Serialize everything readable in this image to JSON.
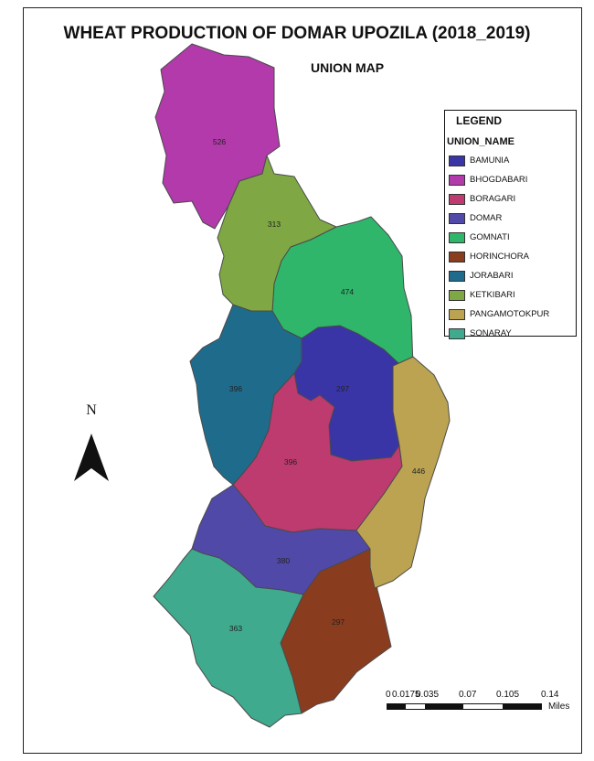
{
  "title": "WHEAT PRODUCTION OF DOMAR UPOZILA (2018_2019)",
  "subtitle": "UNION MAP",
  "legend": {
    "title": "LEGEND",
    "field": "UNION_NAME"
  },
  "unions": [
    {
      "name": "BAMUNIA",
      "color": "#3a35a6",
      "value": "297"
    },
    {
      "name": "BHOGDABARI",
      "color": "#b23aaa",
      "value": "526"
    },
    {
      "name": "BORAGARI",
      "color": "#bd3b6e",
      "value": "396"
    },
    {
      "name": "DOMAR",
      "color": "#5149a8",
      "value": "380"
    },
    {
      "name": "GOMNATI",
      "color": "#2fb66b",
      "value": "474"
    },
    {
      "name": "HORINCHORA",
      "color": "#8a3c1e",
      "value": "297"
    },
    {
      "name": "JORABARI",
      "color": "#1f6b8c",
      "value": "396"
    },
    {
      "name": "KETKIBARI",
      "color": "#7fa844",
      "value": "313"
    },
    {
      "name": "PANGAMOTOKPUR",
      "color": "#bba352",
      "value": "446"
    },
    {
      "name": "SONARAY",
      "color": "#3faa8e",
      "value": "363"
    }
  ],
  "north_arrow": {
    "label": "N"
  },
  "scale_bar": {
    "ticks": [
      "0",
      "0.0175",
      "0.035",
      "0.07",
      "0.105",
      "0.14"
    ],
    "units": "Miles"
  }
}
